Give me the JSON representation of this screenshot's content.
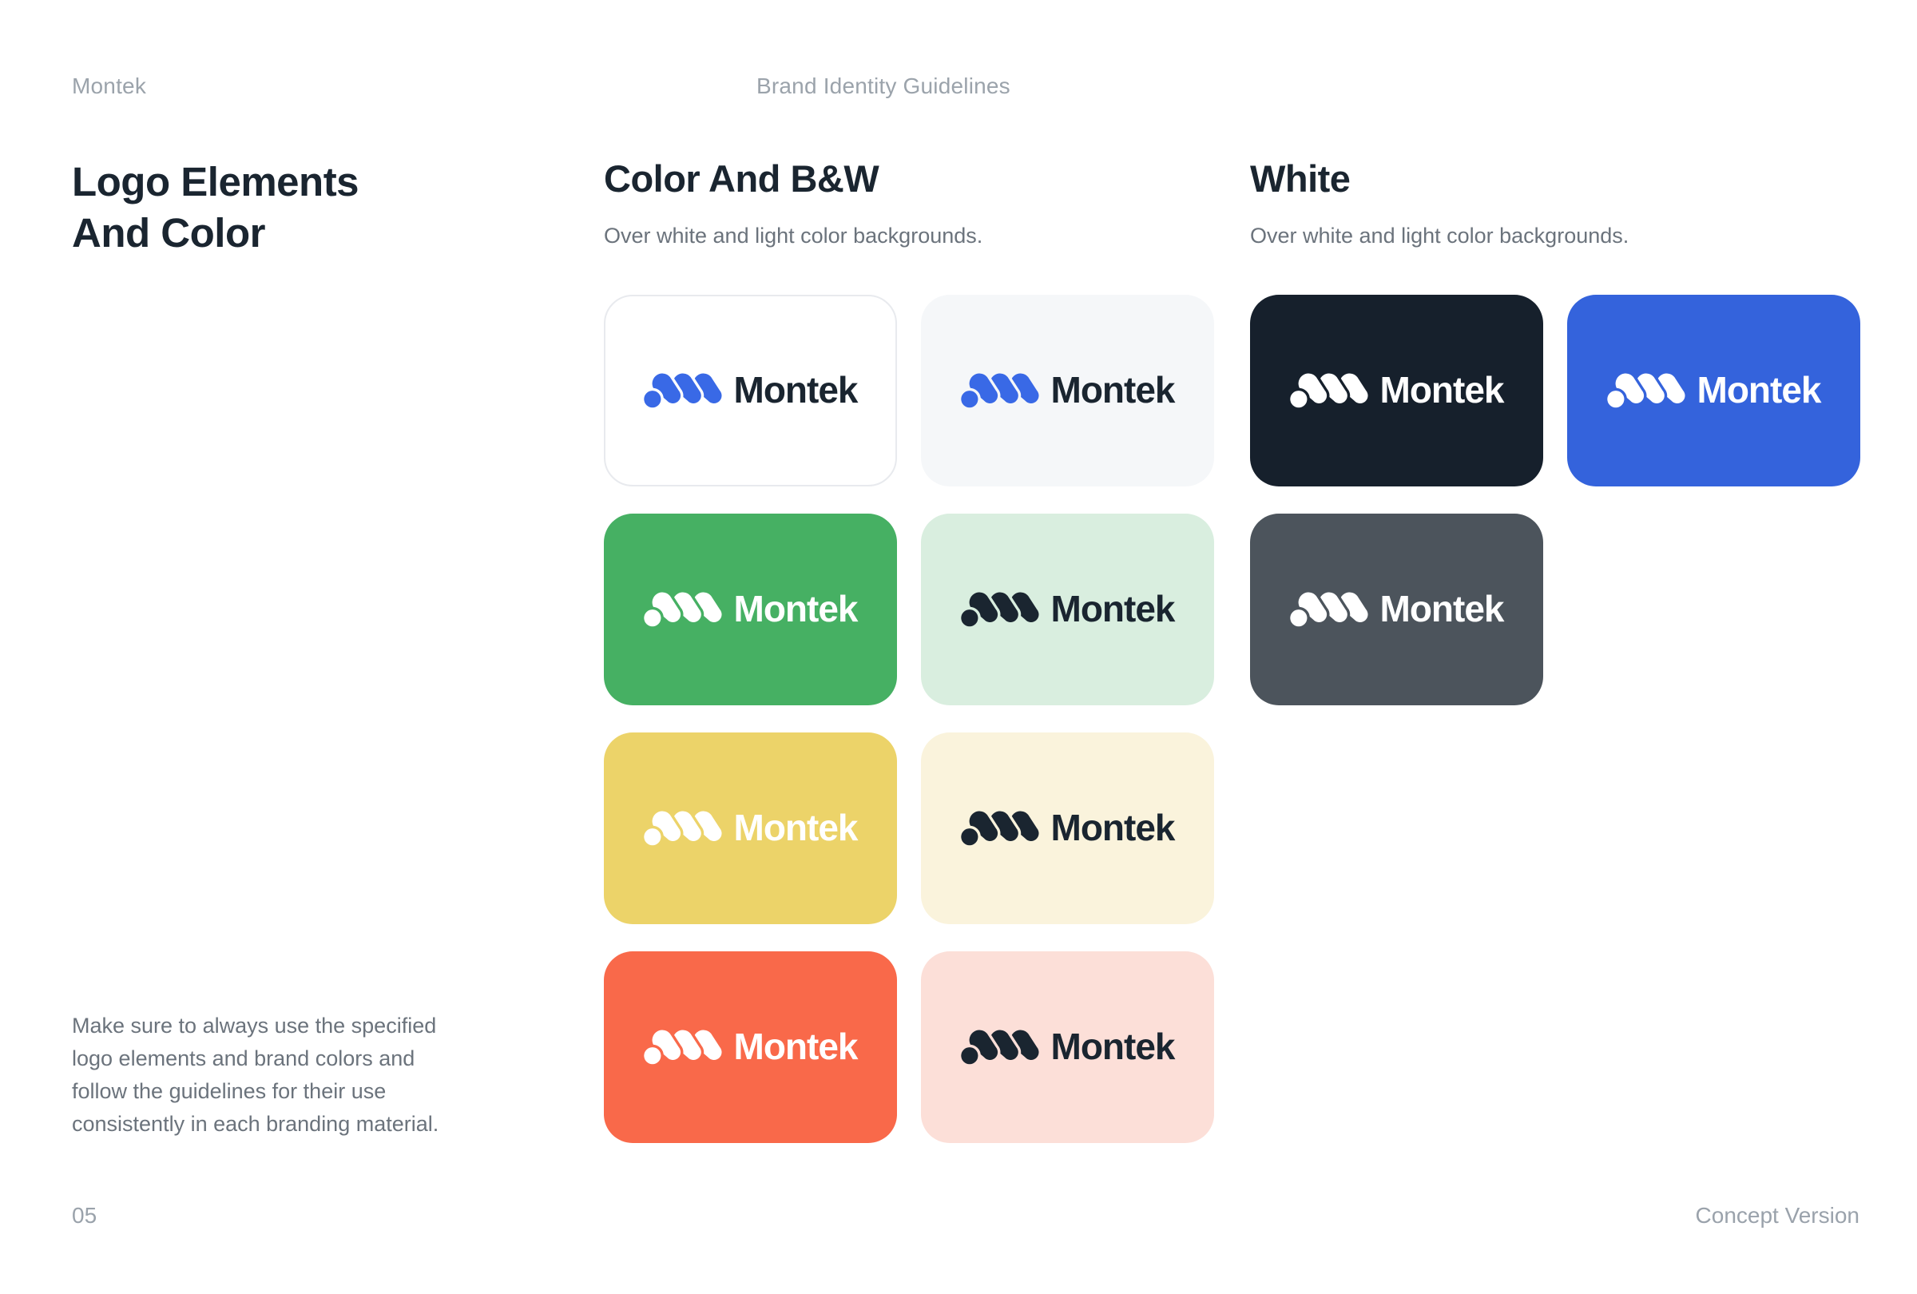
{
  "page": {
    "background": "#ffffff"
  },
  "header": {
    "brand": "Montek",
    "title": "Brand Identity Guidelines"
  },
  "left_column": {
    "heading_lines": [
      "Logo Elements",
      "And Color"
    ],
    "note_lines": [
      "Make sure to always use the specified",
      "logo elements and brand colors and",
      "follow the guidelines for their use",
      "consistently in each branding material."
    ]
  },
  "logo": {
    "wordmark": "Montek",
    "mark_icon": "montek-wave-logomark",
    "brand_blue": "#3969e6",
    "brand_navy": "#1a2530"
  },
  "sections": [
    {
      "heading": "Color And B&W",
      "subtitle": "Over white and light color backgrounds.",
      "cards": [
        {
          "name": "white",
          "bg": "#ffffff",
          "border": "#e8eaee",
          "mark": "#3969e6",
          "text": "#1a2530"
        },
        {
          "name": "light-gray",
          "bg": "#f5f7f9",
          "mark": "#3969e6",
          "text": "#1a2530"
        },
        {
          "name": "green",
          "bg": "#46b063",
          "mark": "#ffffff",
          "text": "#ffffff"
        },
        {
          "name": "light-green",
          "bg": "#d9eedf",
          "mark": "#1a2530",
          "text": "#1a2530"
        },
        {
          "name": "yellow",
          "bg": "#ecd369",
          "mark": "#ffffff",
          "text": "#ffffff"
        },
        {
          "name": "cream",
          "bg": "#faf3dc",
          "mark": "#1a2530",
          "text": "#1a2530"
        },
        {
          "name": "orange",
          "bg": "#f9694a",
          "mark": "#ffffff",
          "text": "#ffffff"
        },
        {
          "name": "pink",
          "bg": "#fcdfd8",
          "mark": "#1a2530",
          "text": "#1a2530"
        }
      ]
    },
    {
      "heading": "White",
      "subtitle": "Over white and light color backgrounds.",
      "cards": [
        {
          "name": "navy",
          "bg": "#16202c",
          "mark": "#ffffff",
          "text": "#ffffff"
        },
        {
          "name": "blue",
          "bg": "#3463dc",
          "mark": "#ffffff",
          "text": "#ffffff"
        },
        {
          "name": "slate-gray",
          "bg": "#4c545c",
          "mark": "#ffffff",
          "text": "#ffffff"
        }
      ]
    }
  ],
  "footer": {
    "page_number": "05",
    "version_label": "Concept Version"
  }
}
